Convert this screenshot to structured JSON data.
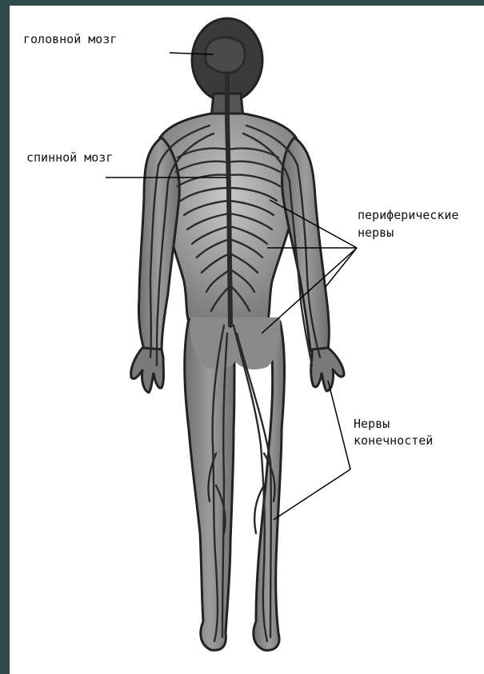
{
  "diagram": {
    "labels": {
      "brain": "головной мозг",
      "spinal_cord": "спинной мозг",
      "peripheral_1": "периферические",
      "peripheral_2": "нервы",
      "limb_1": "Нервы",
      "limb_2": "конечностей"
    },
    "colors": {
      "page_border": "#2f4a4a",
      "background": "#ffffff",
      "body_fill": "#8e8e8e",
      "body_outline": "#222222",
      "nerve": "#2a2a2a",
      "leader_line": "#000000"
    }
  }
}
